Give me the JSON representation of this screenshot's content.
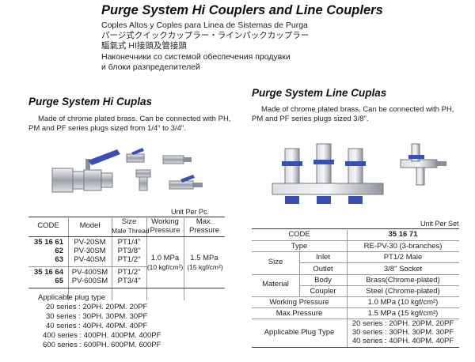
{
  "header": {
    "title": "Purge System Hi Couplers and Line Couplers",
    "sub_es": "Coples Altos y Coples para Linea de Sistemas de Purga",
    "sub_ja": "パージ式クイックカップラー・ラインパックカップラー",
    "sub_zh": "驅氣式 HI接頭及管接頭",
    "sub_ru1": "Наконечники со системой обеспечения продувки",
    "sub_ru2": "и блоки разпределителей"
  },
  "left": {
    "title": "Purge System Hi Cuplas",
    "desc": "Made of chrome plated brass.  Can be connected with PH, PM and PF series plugs sized from 1/4\" to 3/4\".",
    "unit": "Unit Per Pc.",
    "table": {
      "h_code": "CODE",
      "h_model": "Model",
      "h_size1": "Size",
      "h_size2": "Male Thread",
      "h_wp1": "Working",
      "h_wp2": "Pressure",
      "h_max1": "Max.",
      "h_max2": "Pressure",
      "g1_codes": [
        "35 16 61",
        "62",
        "63"
      ],
      "g1_models": [
        "PV-20SM",
        "PV-30SM",
        "PV-40SM"
      ],
      "g1_sizes": [
        "PT1/4\"",
        "PT3/8\"",
        "PT1/2\""
      ],
      "wp_a": "1.0 MPa",
      "wp_b": "(10 kgf/cm²)",
      "mp_a": "1.5 MPa",
      "mp_b": "(15 kgf/cm²)",
      "g2_codes": [
        "35 16 64",
        "65"
      ],
      "g2_models": [
        "PV-400SM",
        "PV-600SM"
      ],
      "g2_sizes": [
        "PT1/2\"",
        "PT3/4\""
      ]
    },
    "plugs_title": "Applicable plug type",
    "plugs": [
      "20 series   :  20PH.  20PM.  20PF",
      "30 series   :  30PH.  30PM.  30PF",
      "40 series   :  40PH.  40PM.  40PF",
      "400 series  : 400PH. 400PM. 400PF",
      "600 series  : 600PH. 600PM. 600PF"
    ]
  },
  "right": {
    "title": "Purge System Line Cuplas",
    "desc": "Made of chrome plated brass.  Can be connected with PH, PM and PF series plugs sized 3/8\".",
    "unit": "Unit Per Set",
    "table": {
      "code_label": "CODE",
      "code_value": "35 16 71",
      "type_label": "Type",
      "type_value": "RE-PV-30 (3-branches)",
      "size_label": "Size",
      "inlet_label": "Inlet",
      "inlet_value": "PT1/2 Male",
      "outlet_label": "Outlet",
      "outlet_value": "3/8\" Socket",
      "material_label": "Material",
      "body_label": "Body",
      "body_value": "Brass(Chrome-plated)",
      "coupler_label": "Coupler",
      "coupler_value": "Steel (Chrome-plated)",
      "wp_label": "Working Pressure",
      "wp_value": "1.0 MPa (10 kgf/cm²)",
      "mp_label": "Max.Pressure",
      "mp_value": "1.5 MPa (15 kgf/cm²)",
      "plug_label": "Applicable Plug Type",
      "plug_values": [
        "20 series : 20PH. 20PM. 20PF",
        "30 series : 30PH. 30PM. 30PF",
        "40 series : 40PH. 40PM. 40PF"
      ]
    }
  },
  "colors": {
    "valve_blue": "#3a4fb5",
    "chrome": "#b9bec6"
  }
}
